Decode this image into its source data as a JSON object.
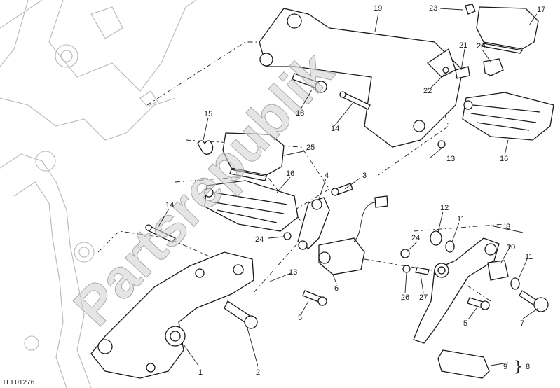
{
  "diagram": {
    "drawing_code": "TEL01276",
    "watermark": "Partsrepublik",
    "callouts": [
      {
        "id": "c1",
        "label": "1"
      },
      {
        "id": "c2",
        "label": "2"
      },
      {
        "id": "c3",
        "label": "3"
      },
      {
        "id": "c4",
        "label": "4"
      },
      {
        "id": "c5a",
        "label": "5"
      },
      {
        "id": "c5b",
        "label": "5"
      },
      {
        "id": "c6",
        "label": "6"
      },
      {
        "id": "c7",
        "label": "7"
      },
      {
        "id": "c8a",
        "label": "8"
      },
      {
        "id": "c8b",
        "label": "8"
      },
      {
        "id": "c9",
        "label": "9"
      },
      {
        "id": "c10",
        "label": "10"
      },
      {
        "id": "c11a",
        "label": "11"
      },
      {
        "id": "c11b",
        "label": "11"
      },
      {
        "id": "c12",
        "label": "12"
      },
      {
        "id": "c13a",
        "label": "13"
      },
      {
        "id": "c13b",
        "label": "13"
      },
      {
        "id": "c14a",
        "label": "14"
      },
      {
        "id": "c14b",
        "label": "14"
      },
      {
        "id": "c15",
        "label": "15"
      },
      {
        "id": "c16a",
        "label": "16"
      },
      {
        "id": "c16b",
        "label": "16"
      },
      {
        "id": "c17",
        "label": "17"
      },
      {
        "id": "c18",
        "label": "18"
      },
      {
        "id": "c19",
        "label": "19"
      },
      {
        "id": "c20",
        "label": "20"
      },
      {
        "id": "c21",
        "label": "21"
      },
      {
        "id": "c22",
        "label": "22"
      },
      {
        "id": "c23",
        "label": "23"
      },
      {
        "id": "c24a",
        "label": "24"
      },
      {
        "id": "c24b",
        "label": "24"
      },
      {
        "id": "c25",
        "label": "25"
      },
      {
        "id": "c26",
        "label": "26"
      },
      {
        "id": "c27",
        "label": "27"
      }
    ]
  }
}
